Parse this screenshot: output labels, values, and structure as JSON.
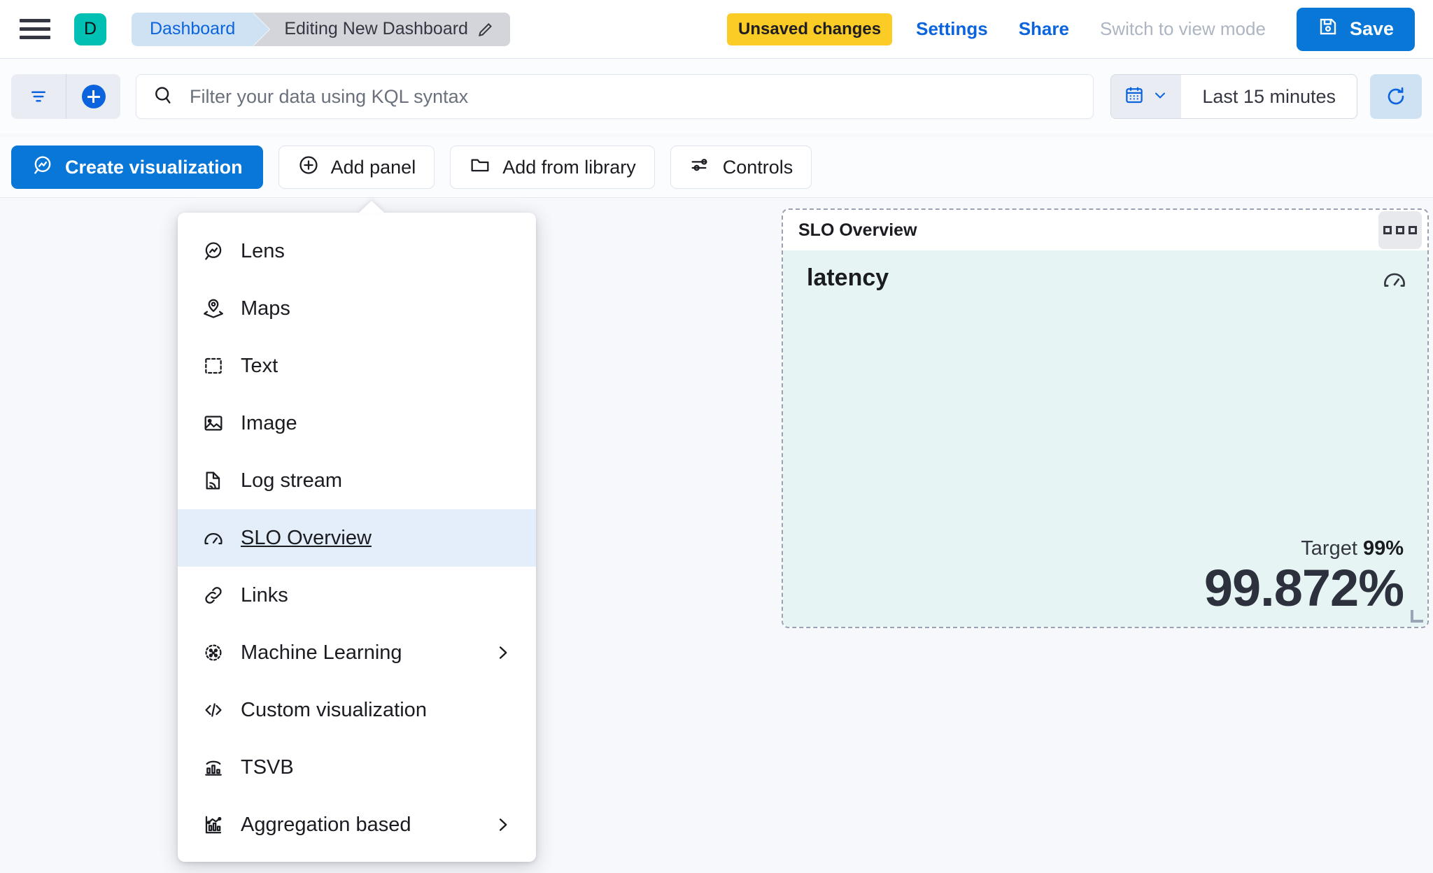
{
  "header": {
    "menu_icon": "hamburger-icon",
    "avatar_letter": "D",
    "breadcrumb_root": "Dashboard",
    "breadcrumb_current": "Editing New Dashboard",
    "edit_icon": "pencil-icon",
    "unsaved_badge": "Unsaved changes",
    "settings_label": "Settings",
    "share_label": "Share",
    "view_mode_label": "Switch to view mode",
    "save_label": "Save",
    "save_icon": "save-disk-icon",
    "accent_blue": "#0B64DD",
    "save_button_color": "#0877D8",
    "unsaved_badge_color": "#FBCB26",
    "avatar_color": "#00BFB3"
  },
  "query_bar": {
    "filter_icon": "filter-icon",
    "add_filter_icon": "plus-circle-icon",
    "search_icon": "search-icon",
    "search_placeholder": "Filter your data using KQL syntax",
    "search_value": "",
    "calendar_icon": "calendar-icon",
    "calendar_chevron": "chevron-down-icon",
    "time_range": "Last 15 minutes",
    "refresh_icon": "refresh-icon"
  },
  "toolbar": {
    "create_visualization": "Create visualization",
    "create_visualization_icon": "lens-icon",
    "add_panel": "Add panel",
    "add_panel_icon": "plus-circle-outline-icon",
    "add_from_library": "Add from library",
    "add_from_library_icon": "folder-icon",
    "controls": "Controls",
    "controls_icon": "sliders-icon"
  },
  "add_panel_menu": {
    "items": [
      {
        "label": "Lens",
        "icon": "lens-icon",
        "active": false,
        "has_submenu": false
      },
      {
        "label": "Maps",
        "icon": "map-pin-icon",
        "active": false,
        "has_submenu": false
      },
      {
        "label": "Text",
        "icon": "text-box-icon",
        "active": false,
        "has_submenu": false
      },
      {
        "label": "Image",
        "icon": "image-icon",
        "active": false,
        "has_submenu": false
      },
      {
        "label": "Log stream",
        "icon": "log-stream-icon",
        "active": false,
        "has_submenu": false
      },
      {
        "label": "SLO Overview",
        "icon": "gauge-icon",
        "active": true,
        "has_submenu": false
      },
      {
        "label": "Links",
        "icon": "link-icon",
        "active": false,
        "has_submenu": false
      },
      {
        "label": "Machine Learning",
        "icon": "ml-icon",
        "active": false,
        "has_submenu": true
      },
      {
        "label": "Custom visualization",
        "icon": "code-icon",
        "active": false,
        "has_submenu": false
      },
      {
        "label": "TSVB",
        "icon": "tsvb-icon",
        "active": false,
        "has_submenu": false
      },
      {
        "label": "Aggregation based",
        "icon": "agg-chart-icon",
        "active": false,
        "has_submenu": true
      }
    ],
    "highlight_color": "#E3EEFA"
  },
  "slo_panel": {
    "panel_title": "SLO Overview",
    "context_menu_icon": "panel-context-menu-icon",
    "slo_name": "latency",
    "gauge_icon": "gauge-icon",
    "target_label": "Target",
    "target_value": "99%",
    "current_value": "99.872%",
    "body_color": "#E6F5F3",
    "border_style": "dashed"
  }
}
